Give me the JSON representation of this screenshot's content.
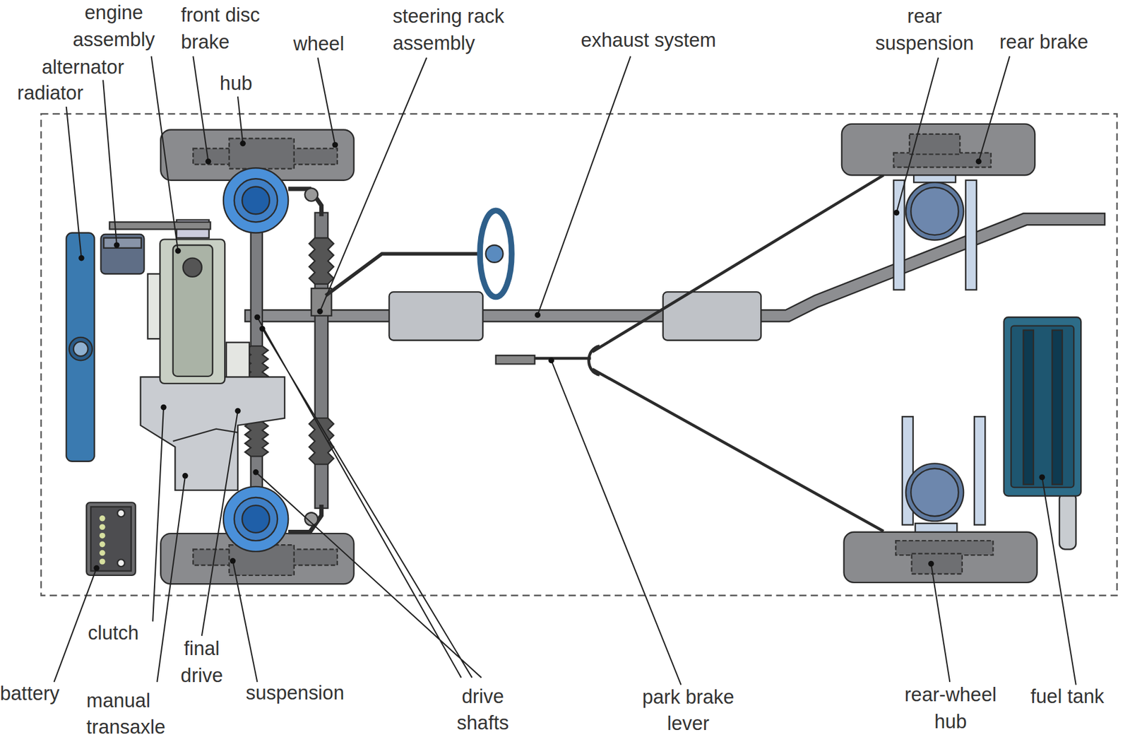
{
  "diagram": {
    "labels": [
      "engine assembly",
      "front disc brake",
      "wheel",
      "steering rack assembly",
      "exhaust system",
      "rear suspension",
      "rear brake",
      "alternator",
      "hub",
      "radiator",
      "clutch",
      "final drive",
      "battery",
      "manual transaxle",
      "suspension",
      "drive shafts",
      "park brake lever",
      "rear-wheel hub",
      "fuel tank"
    ]
  }
}
